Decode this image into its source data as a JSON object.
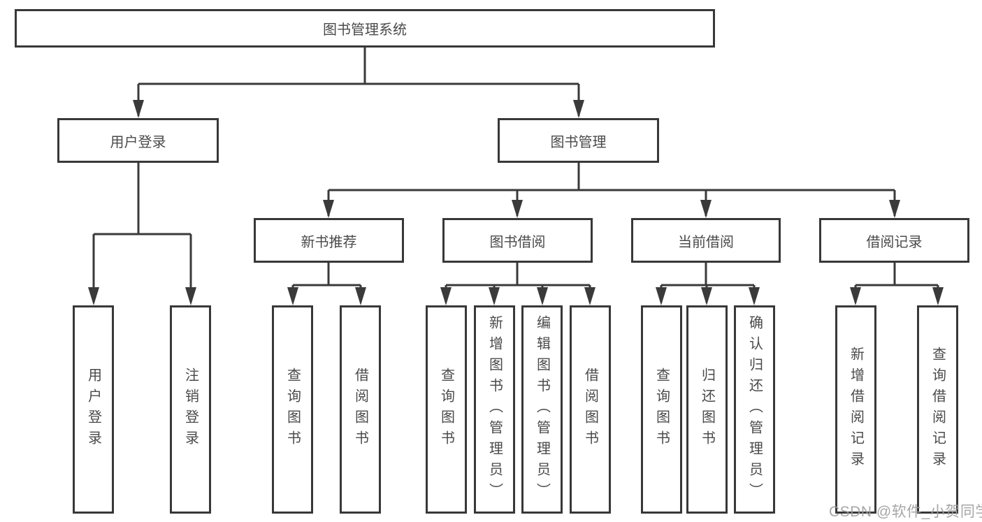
{
  "tree": {
    "root": {
      "label": "图书管理系统"
    },
    "branches": [
      {
        "label": "用户登录",
        "children": [
          {
            "label": "用户登录"
          },
          {
            "label": "注销登录"
          }
        ]
      },
      {
        "label": "图书管理",
        "children": [
          {
            "label": "新书推荐",
            "children": [
              {
                "label": "查询图书"
              },
              {
                "label": "借阅图书"
              }
            ]
          },
          {
            "label": "图书借阅",
            "children": [
              {
                "label": "查询图书"
              },
              {
                "label": "新增图书（管理员）"
              },
              {
                "label": "编辑图书（管理员）"
              },
              {
                "label": "借阅图书"
              }
            ]
          },
          {
            "label": "当前借阅",
            "children": [
              {
                "label": "查询图书"
              },
              {
                "label": "归还图书"
              },
              {
                "label": "确认归还（管理员）"
              }
            ]
          },
          {
            "label": "借阅记录",
            "children": [
              {
                "label": "新增借阅记录"
              },
              {
                "label": "查询借阅记录"
              }
            ]
          }
        ]
      }
    ]
  },
  "watermark": {
    "text": "CSDN @软件_小贺同学"
  },
  "colors": {
    "line": "#3a3a3a",
    "box_border": "#383838",
    "text": "#4a4a4a",
    "watermark": "#9d9d9d"
  }
}
